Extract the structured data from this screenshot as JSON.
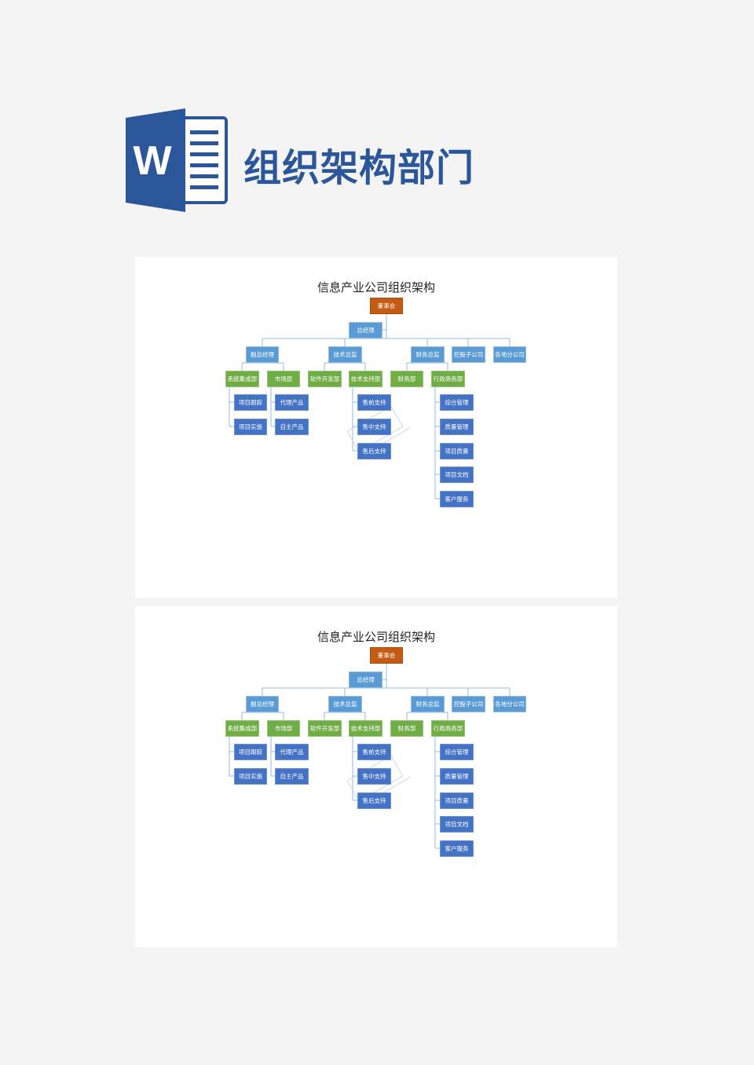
{
  "header": {
    "logo_letter": "W",
    "title": "组织架构部门",
    "brand_color": "#2b579a"
  },
  "org_chart": {
    "title": "信息产业公司组织架构",
    "board": "董事会",
    "general_manager": "总经理",
    "level2": [
      "副总经理",
      "技术总监",
      "财务总监",
      "控股子公司",
      "各地分公司"
    ],
    "level3": [
      "系统集成部",
      "市场部",
      "软件开发部",
      "技术支持部",
      "财务部",
      "行政商务部"
    ],
    "system_integration_children": [
      "项目跟踪",
      "项目实施"
    ],
    "market_children": [
      "代理产品",
      "自主产品"
    ],
    "tech_support_children": [
      "售前支持",
      "售中支持",
      "售后支持"
    ],
    "admin_children": [
      "综合管理",
      "质量管理",
      "项目质量",
      "项目文档",
      "客户服务"
    ]
  },
  "colors": {
    "board": "#c55a11",
    "management": "#5b9bd5",
    "department": "#70ad47",
    "team": "#4472c4",
    "connector": "#8fbde6"
  }
}
